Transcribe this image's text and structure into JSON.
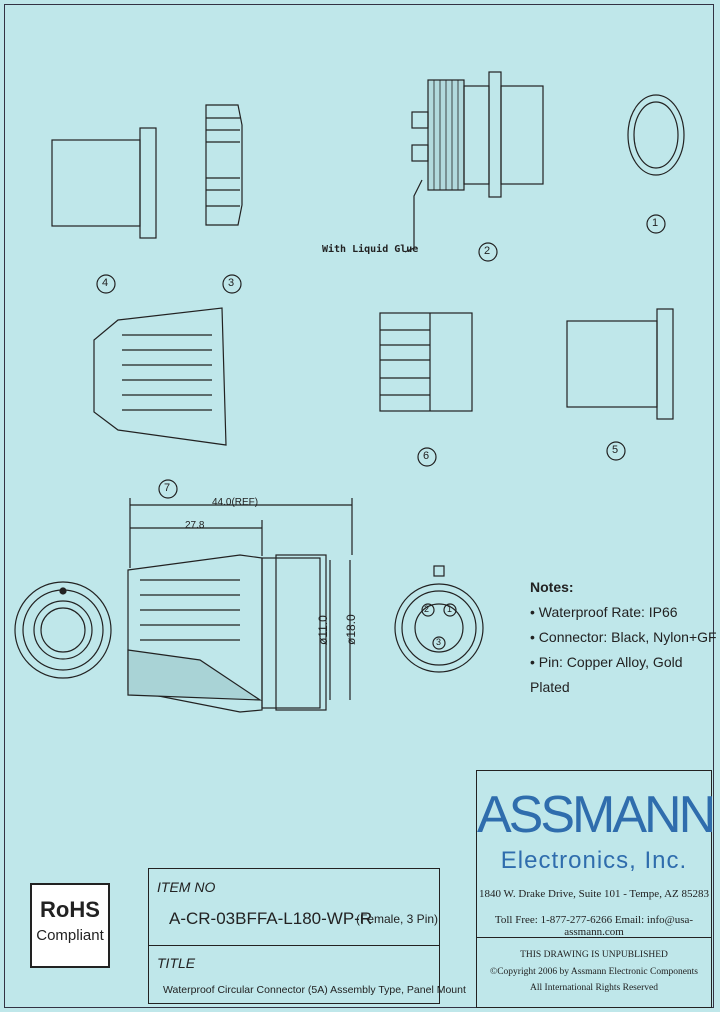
{
  "callouts": [
    "1",
    "2",
    "3",
    "4",
    "5",
    "6",
    "7"
  ],
  "glue_label": "With Liquid Glue",
  "dimensions": {
    "overall": "44.0(REF)",
    "partial": "27.8",
    "dia_inner": "ø11.0",
    "dia_outer": "ø18.0"
  },
  "pin_numbers": [
    "1",
    "2",
    "3"
  ],
  "notes": {
    "title": "Notes:",
    "items": [
      "• Waterproof Rate: IP66",
      "• Connector: Black, Nylon+GF",
      "• Pin: Copper Alloy, Gold Plated"
    ]
  },
  "rohs": {
    "line1": "RoHS",
    "line2": "Compliant"
  },
  "title_block": {
    "item_no_caption": "ITEM NO",
    "item_no": "A-CR-03BFFA-L180-WP-R",
    "item_desc": "(Female, 3 Pin)",
    "title_caption": "TITLE",
    "title": "Waterproof Circular Connector (5A) Assembly Type, Panel Mount"
  },
  "company": {
    "logo": "ASSMANN",
    "name": "Electronics, Inc.",
    "address": "1840 W. Drake Drive, Suite 101 - Tempe, AZ 85283",
    "contact": "Toll Free: 1-877-277-6266   Email: info@usa-assmann.com",
    "legal1": "THIS DRAWING IS UNPUBLISHED",
    "legal2": "©Copyright 2006 by Assmann Electronic Components",
    "legal3": "All International Rights Reserved"
  }
}
